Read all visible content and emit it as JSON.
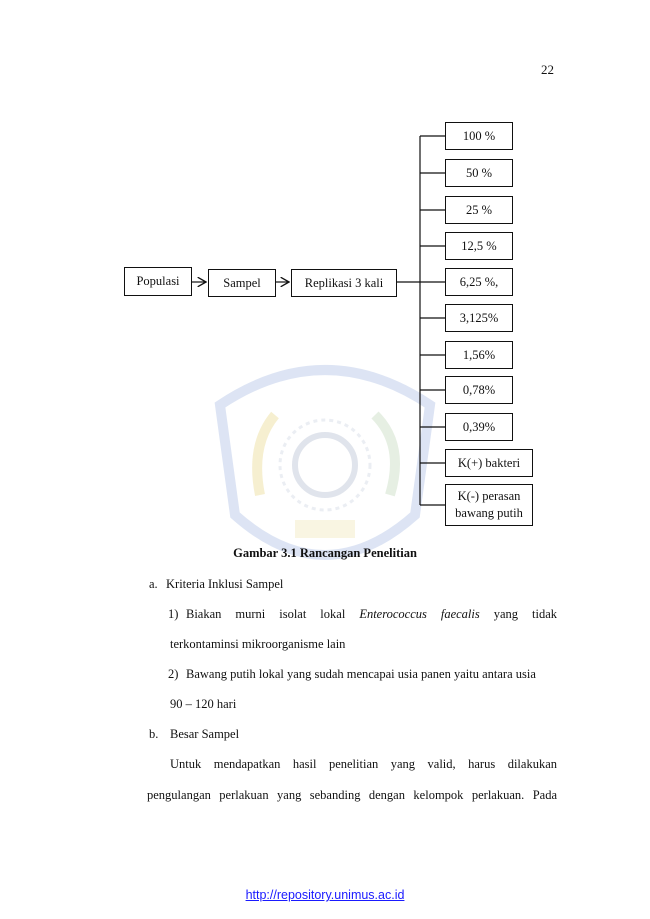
{
  "page": {
    "number": "22"
  },
  "diagram": {
    "populasi": "Populasi",
    "sampel": "Sampel",
    "replikasi": "Replikasi 3 kali",
    "concentrations": [
      "100 %",
      "50 %",
      "25 %",
      "12,5 %",
      "6,25 %,",
      "3,125%",
      "1,56%",
      "0,78%",
      "0,39%",
      "K(+) bakteri"
    ],
    "control_line1": "K(-) perasan",
    "control_line2": "bawang putih"
  },
  "caption": "Gambar 3.1 Rancangan Penelitian",
  "body": {
    "a_label": "a.",
    "a_title": "Kriteria Inklusi Sampel",
    "item1_num": "1)",
    "item1_pre": "Biakan murni isolat lokal",
    "item1_species": "Enterococcus faecalis",
    "item1_post": "yang tidak",
    "item1_cont": "terkontaminsi mikroorganisme lain",
    "item2_num": "2)",
    "item2_text": "Bawang putih lokal yang sudah mencapai usia panen yaitu antara usia",
    "item2_cont": "90 – 120 hari",
    "b_label": "b.",
    "b_title": "Besar Sampel",
    "para_line1": "Untuk mendapatkan hasil penelitian yang valid, harus dilakukan",
    "para_line2": "pengulangan perlakuan yang sebanding dengan kelompok perlakuan. Pada"
  },
  "footer": {
    "link": "http://repository.unimus.ac.id"
  },
  "colors": {
    "link": "#1a1aff",
    "watermark": "#b8c8e8"
  }
}
